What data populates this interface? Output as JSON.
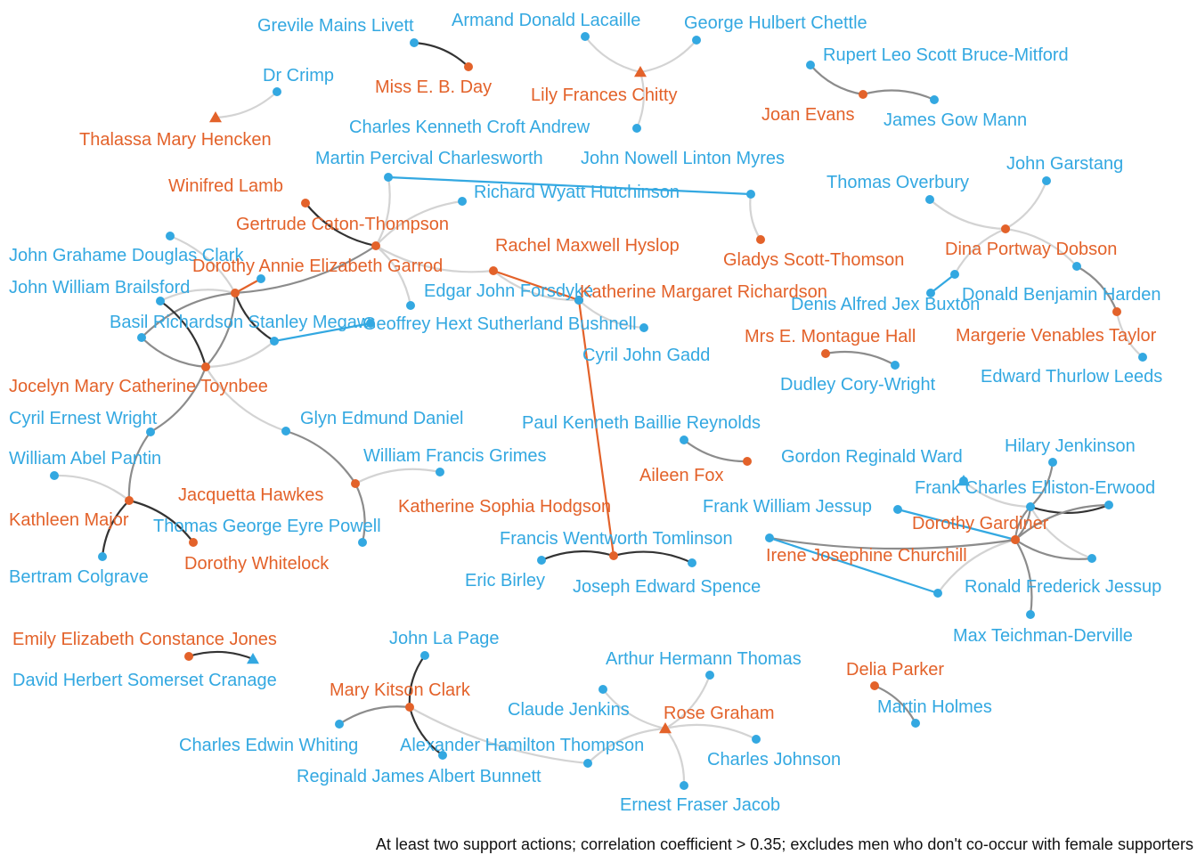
{
  "colors": {
    "female": "#E3622A",
    "male": "#33A8E1",
    "edge_strong": "#333333",
    "edge_medium": "#8c8c8c",
    "edge_weak": "#d3d3d3",
    "edge_female": "#E3622A",
    "edge_male": "#33A8E1"
  },
  "caption": "At least two support actions; correlation coefficient > 0.35; excludes men who don't co-occur with female supporters",
  "nodes": [
    {
      "id": "greville",
      "name": "Grevile Mains Livett",
      "group": "male",
      "shape": "circle"
    },
    {
      "id": "day",
      "name": "Miss E. B. Day",
      "group": "female",
      "shape": "circle"
    },
    {
      "id": "lacaille",
      "name": "Armand Donald Lacaille",
      "group": "male",
      "shape": "circle"
    },
    {
      "id": "chettle",
      "name": "George Hulbert Chettle",
      "group": "male",
      "shape": "circle"
    },
    {
      "id": "chitty",
      "name": "Lily Frances Chitty",
      "group": "female",
      "shape": "triangle"
    },
    {
      "id": "andrew",
      "name": "Charles Kenneth Croft Andrew",
      "group": "male",
      "shape": "circle"
    },
    {
      "id": "crimp",
      "name": "Dr Crimp",
      "group": "male",
      "shape": "circle"
    },
    {
      "id": "hencken",
      "name": "Thalassa Mary Hencken",
      "group": "female",
      "shape": "triangle"
    },
    {
      "id": "bruce",
      "name": "Rupert Leo Scott Bruce-Mitford",
      "group": "male",
      "shape": "circle"
    },
    {
      "id": "evans",
      "name": "Joan Evans",
      "group": "female",
      "shape": "circle"
    },
    {
      "id": "mann",
      "name": "James Gow Mann",
      "group": "male",
      "shape": "circle"
    },
    {
      "id": "charlesworth",
      "name": "Martin Percival Charlesworth",
      "group": "male",
      "shape": "circle"
    },
    {
      "id": "myres",
      "name": "John Nowell Linton Myres",
      "group": "male",
      "shape": "circle"
    },
    {
      "id": "scott",
      "name": "Gladys Scott-Thomson",
      "group": "female",
      "shape": "circle"
    },
    {
      "id": "lamb",
      "name": "Winifred Lamb",
      "group": "female",
      "shape": "circle"
    },
    {
      "id": "hutchinson",
      "name": "Richard Wyatt Hutchinson",
      "group": "male",
      "shape": "circle"
    },
    {
      "id": "caton",
      "name": "Gertrude Caton-Thompson",
      "group": "female",
      "shape": "circle"
    },
    {
      "id": "hyslop",
      "name": "Rachel Maxwell Hyslop",
      "group": "female",
      "shape": "circle"
    },
    {
      "id": "jgdclark",
      "name": "John Grahame Douglas Clark",
      "group": "male",
      "shape": "circle"
    },
    {
      "id": "garrod",
      "name": "Dorothy Annie Elizabeth Garrod",
      "group": "female",
      "shape": "circle"
    },
    {
      "id": "brailsford",
      "name": "John William Brailsford",
      "group": "male",
      "shape": "circle"
    },
    {
      "id": "forsdyke",
      "name": "Edgar John Forsdyke",
      "group": "male",
      "shape": "circle"
    },
    {
      "id": "richardson",
      "name": "Katherine Margaret Richardson",
      "group": "female",
      "shape": "circle"
    },
    {
      "id": "megaw",
      "name": "Basil Richardson Stanley Megaw",
      "group": "male",
      "shape": "circle"
    },
    {
      "id": "bushnell",
      "name": "Geoffrey Hext Sutherland Bushnell",
      "group": "male",
      "shape": "circle"
    },
    {
      "id": "gadd",
      "name": "Cyril John Gadd",
      "group": "male",
      "shape": "circle"
    },
    {
      "id": "toynbee",
      "name": "Jocelyn Mary Catherine Toynbee",
      "group": "female",
      "shape": "circle"
    },
    {
      "id": "overbury",
      "name": "Thomas Overbury",
      "group": "male",
      "shape": "circle"
    },
    {
      "id": "garstang",
      "name": "John Garstang",
      "group": "male",
      "shape": "circle"
    },
    {
      "id": "dobson",
      "name": "Dina Portway Dobson",
      "group": "female",
      "shape": "circle"
    },
    {
      "id": "buxton",
      "name": "Denis Alfred Jex Buxton",
      "group": "male",
      "shape": "circle"
    },
    {
      "id": "harden",
      "name": "Donald Benjamin Harden",
      "group": "male",
      "shape": "circle"
    },
    {
      "id": "taylor",
      "name": "Margerie Venables Taylor",
      "group": "female",
      "shape": "circle"
    },
    {
      "id": "leeds",
      "name": "Edward Thurlow Leeds",
      "group": "male",
      "shape": "circle"
    },
    {
      "id": "hall",
      "name": "Mrs E. Montague Hall",
      "group": "female",
      "shape": "circle"
    },
    {
      "id": "cory",
      "name": "Dudley Cory-Wright",
      "group": "male",
      "shape": "circle"
    },
    {
      "id": "wright",
      "name": "Cyril Ernest Wright",
      "group": "male",
      "shape": "circle"
    },
    {
      "id": "daniel",
      "name": "Glyn Edmund Daniel",
      "group": "male",
      "shape": "circle"
    },
    {
      "id": "pantin",
      "name": "William Abel Pantin",
      "group": "male",
      "shape": "circle"
    },
    {
      "id": "grimes",
      "name": "William Francis Grimes",
      "group": "male",
      "shape": "circle"
    },
    {
      "id": "hawkes",
      "name": "Jacquetta Hawkes",
      "group": "female",
      "shape": "circle"
    },
    {
      "id": "major",
      "name": "Kathleen Major",
      "group": "female",
      "shape": "circle"
    },
    {
      "id": "powell",
      "name": "Thomas George Eyre Powell",
      "group": "male",
      "shape": "circle"
    },
    {
      "id": "colgrave",
      "name": "Bertram Colgrave",
      "group": "male",
      "shape": "circle"
    },
    {
      "id": "whitelock",
      "name": "Dorothy Whitelock",
      "group": "female",
      "shape": "circle"
    },
    {
      "id": "reynolds",
      "name": "Paul Kenneth Baillie Reynolds",
      "group": "male",
      "shape": "circle"
    },
    {
      "id": "fox",
      "name": "Aileen Fox",
      "group": "female",
      "shape": "circle"
    },
    {
      "id": "ward",
      "name": "Gordon Reginald Ward",
      "group": "male",
      "shape": "circle"
    },
    {
      "id": "jenkinson",
      "name": "Hilary Jenkinson",
      "group": "male",
      "shape": "circle"
    },
    {
      "id": "elliston",
      "name": "Frank Charles Elliston-Erwood",
      "group": "male",
      "shape": "circle"
    },
    {
      "id": "fwjessup",
      "name": "Frank William Jessup",
      "group": "male",
      "shape": "circle"
    },
    {
      "id": "gardiner",
      "name": "Dorothy Gardiner",
      "group": "female",
      "shape": "circle"
    },
    {
      "id": "hodgson",
      "name": "Katherine Sophia Hodgson",
      "group": "female",
      "shape": "circle"
    },
    {
      "id": "tomlinson",
      "name": "Francis Wentworth Tomlinson",
      "group": "male",
      "shape": "circle"
    },
    {
      "id": "churchill",
      "name": "Irene Josephine Churchill",
      "group": "female",
      "shape": "circle"
    },
    {
      "id": "birley",
      "name": "Eric Birley",
      "group": "male",
      "shape": "circle"
    },
    {
      "id": "spence",
      "name": "Joseph Edward Spence",
      "group": "male",
      "shape": "circle"
    },
    {
      "id": "rfjessup",
      "name": "Ronald Frederick Jessup",
      "group": "male",
      "shape": "circle"
    },
    {
      "id": "teichman",
      "name": "Max Teichman-Derville",
      "group": "male",
      "shape": "circle"
    },
    {
      "id": "jones",
      "name": "Emily Elizabeth Constance Jones",
      "group": "female",
      "shape": "circle"
    },
    {
      "id": "cranage",
      "name": "David Herbert Somerset Cranage",
      "group": "male",
      "shape": "triangle"
    },
    {
      "id": "lapage",
      "name": "John La Page",
      "group": "male",
      "shape": "circle"
    },
    {
      "id": "mkclark",
      "name": "Mary Kitson Clark",
      "group": "female",
      "shape": "circle"
    },
    {
      "id": "whiting",
      "name": "Charles Edwin Whiting",
      "group": "male",
      "shape": "circle"
    },
    {
      "id": "ahthompson",
      "name": "Alexander Hamilton Thompson",
      "group": "male",
      "shape": "circle"
    },
    {
      "id": "bunnett",
      "name": "Reginald James Albert Bunnett",
      "group": "male",
      "shape": "circle"
    },
    {
      "id": "ahthomas",
      "name": "Arthur Hermann Thomas",
      "group": "male",
      "shape": "circle"
    },
    {
      "id": "cjenkins",
      "name": "Claude Jenkins",
      "group": "male",
      "shape": "circle"
    },
    {
      "id": "graham",
      "name": "Rose Graham",
      "group": "female",
      "shape": "triangle"
    },
    {
      "id": "cjohnson",
      "name": "Charles Johnson",
      "group": "male",
      "shape": "circle"
    },
    {
      "id": "jacob",
      "name": "Ernest Fraser Jacob",
      "group": "male",
      "shape": "circle"
    },
    {
      "id": "parker",
      "name": "Delia Parker",
      "group": "female",
      "shape": "circle"
    },
    {
      "id": "holmes",
      "name": "Martin Holmes",
      "group": "male",
      "shape": "circle"
    },
    {
      "id": "extra1",
      "name": "",
      "group": "male",
      "shape": "circle"
    },
    {
      "id": "extra2",
      "name": "",
      "group": "male",
      "shape": "circle"
    },
    {
      "id": "extra3",
      "name": "",
      "group": "male",
      "shape": "circle"
    },
    {
      "id": "extra4",
      "name": "",
      "group": "male",
      "shape": "circle"
    },
    {
      "id": "extra5",
      "name": "",
      "group": "male",
      "shape": "circle"
    },
    {
      "id": "extra6",
      "name": "",
      "group": "male",
      "shape": "circle"
    },
    {
      "id": "extra7",
      "name": "",
      "group": "male",
      "shape": "circle"
    },
    {
      "id": "extra8",
      "name": "",
      "group": "male",
      "shape": "triangle"
    }
  ],
  "edges": [
    {
      "source": "greville",
      "target": "day",
      "strength": "strong"
    },
    {
      "source": "lacaille",
      "target": "chitty",
      "strength": "weak"
    },
    {
      "source": "chettle",
      "target": "chitty",
      "strength": "weak"
    },
    {
      "source": "andrew",
      "target": "chitty",
      "strength": "weak"
    },
    {
      "source": "crimp",
      "target": "hencken",
      "strength": "weak"
    },
    {
      "source": "bruce",
      "target": "evans",
      "strength": "medium"
    },
    {
      "source": "evans",
      "target": "mann",
      "strength": "medium"
    },
    {
      "source": "myres",
      "target": "scott",
      "strength": "weak"
    },
    {
      "source": "charlesworth",
      "target": "myres",
      "strength": "male"
    },
    {
      "source": "lamb",
      "target": "caton",
      "strength": "strong"
    },
    {
      "source": "charlesworth",
      "target": "caton",
      "strength": "weak"
    },
    {
      "source": "hutchinson",
      "target": "caton",
      "strength": "weak"
    },
    {
      "source": "caton",
      "target": "garrod",
      "strength": "medium"
    },
    {
      "source": "caton",
      "target": "hyslop",
      "strength": "weak"
    },
    {
      "source": "caton",
      "target": "bushnell",
      "strength": "weak"
    },
    {
      "source": "hyslop",
      "target": "richardson",
      "strength": "weak"
    },
    {
      "source": "hyslop",
      "target": "extra1",
      "strength": "female"
    },
    {
      "source": "richardson",
      "target": "gadd",
      "strength": "weak"
    },
    {
      "source": "jgdclark",
      "target": "garrod",
      "strength": "weak"
    },
    {
      "source": "garrod",
      "target": "extra2",
      "strength": "female"
    },
    {
      "source": "brailsford",
      "target": "garrod",
      "strength": "weak"
    },
    {
      "source": "garrod",
      "target": "megaw",
      "strength": "strong"
    },
    {
      "source": "garrod",
      "target": "toynbee",
      "strength": "medium"
    },
    {
      "source": "garrod",
      "target": "extra3",
      "strength": "medium"
    },
    {
      "source": "brailsford",
      "target": "toynbee",
      "strength": "strong"
    },
    {
      "source": "extra3",
      "target": "toynbee",
      "strength": "medium"
    },
    {
      "source": "megaw",
      "target": "toynbee",
      "strength": "weak"
    },
    {
      "source": "megaw",
      "target": "extra4",
      "strength": "male"
    },
    {
      "source": "toynbee",
      "target": "wright",
      "strength": "medium"
    },
    {
      "source": "toynbee",
      "target": "daniel",
      "strength": "weak"
    },
    {
      "source": "daniel",
      "target": "hawkes",
      "strength": "medium"
    },
    {
      "source": "grimes",
      "target": "hawkes",
      "strength": "weak"
    },
    {
      "source": "hawkes",
      "target": "powell",
      "strength": "medium"
    },
    {
      "source": "wright",
      "target": "major",
      "strength": "medium"
    },
    {
      "source": "pantin",
      "target": "major",
      "strength": "weak"
    },
    {
      "source": "major",
      "target": "colgrave",
      "strength": "strong"
    },
    {
      "source": "major",
      "target": "whitelock",
      "strength": "strong"
    },
    {
      "source": "overbury",
      "target": "dobson",
      "strength": "weak"
    },
    {
      "source": "garstang",
      "target": "dobson",
      "strength": "weak"
    },
    {
      "source": "dobson",
      "target": "buxton",
      "strength": "weak"
    },
    {
      "source": "dobson",
      "target": "harden",
      "strength": "weak"
    },
    {
      "source": "buxton",
      "target": "extra5",
      "strength": "male"
    },
    {
      "source": "harden",
      "target": "taylor",
      "strength": "medium"
    },
    {
      "source": "taylor",
      "target": "leeds",
      "strength": "weak"
    },
    {
      "source": "hall",
      "target": "cory",
      "strength": "medium"
    },
    {
      "source": "reynolds",
      "target": "fox",
      "strength": "medium"
    },
    {
      "source": "jenkinson",
      "target": "elliston",
      "strength": "medium"
    },
    {
      "source": "elliston",
      "target": "extra6",
      "strength": "strong"
    },
    {
      "source": "elliston",
      "target": "extra8",
      "strength": "weak"
    },
    {
      "source": "elliston",
      "target": "gardiner",
      "strength": "medium"
    },
    {
      "source": "elliston",
      "target": "churchill",
      "strength": "medium"
    },
    {
      "source": "elliston",
      "target": "rfjessup",
      "strength": "weak"
    },
    {
      "source": "churchill",
      "target": "extra6",
      "strength": "medium"
    },
    {
      "source": "churchill",
      "target": "rfjessup",
      "strength": "medium"
    },
    {
      "source": "churchill",
      "target": "teichman",
      "strength": "medium"
    },
    {
      "source": "churchill",
      "target": "extra7",
      "strength": "weak"
    },
    {
      "source": "churchill",
      "target": "tomlinson",
      "strength": "medium"
    },
    {
      "source": "fwjessup",
      "target": "gardiner",
      "strength": "male"
    },
    {
      "source": "tomlinson",
      "target": "extra7",
      "strength": "male"
    },
    {
      "source": "hodgson",
      "target": "birley",
      "strength": "strong"
    },
    {
      "source": "hodgson",
      "target": "spence",
      "strength": "strong"
    },
    {
      "source": "hodgson",
      "target": "extra1",
      "strength": "female"
    },
    {
      "source": "jones",
      "target": "cranage",
      "strength": "strong"
    },
    {
      "source": "lapage",
      "target": "mkclark",
      "strength": "strong"
    },
    {
      "source": "whiting",
      "target": "mkclark",
      "strength": "medium"
    },
    {
      "source": "mkclark",
      "target": "ahthompson",
      "strength": "strong"
    },
    {
      "source": "ahthomas",
      "target": "graham",
      "strength": "weak"
    },
    {
      "source": "cjenkins",
      "target": "graham",
      "strength": "weak"
    },
    {
      "source": "graham",
      "target": "cjohnson",
      "strength": "weak"
    },
    {
      "source": "graham",
      "target": "bunnett",
      "strength": "weak"
    },
    {
      "source": "graham",
      "target": "jacob",
      "strength": "weak"
    },
    {
      "source": "mkclark",
      "target": "bunnett",
      "strength": "weak"
    },
    {
      "source": "parker",
      "target": "holmes",
      "strength": "medium"
    }
  ]
}
